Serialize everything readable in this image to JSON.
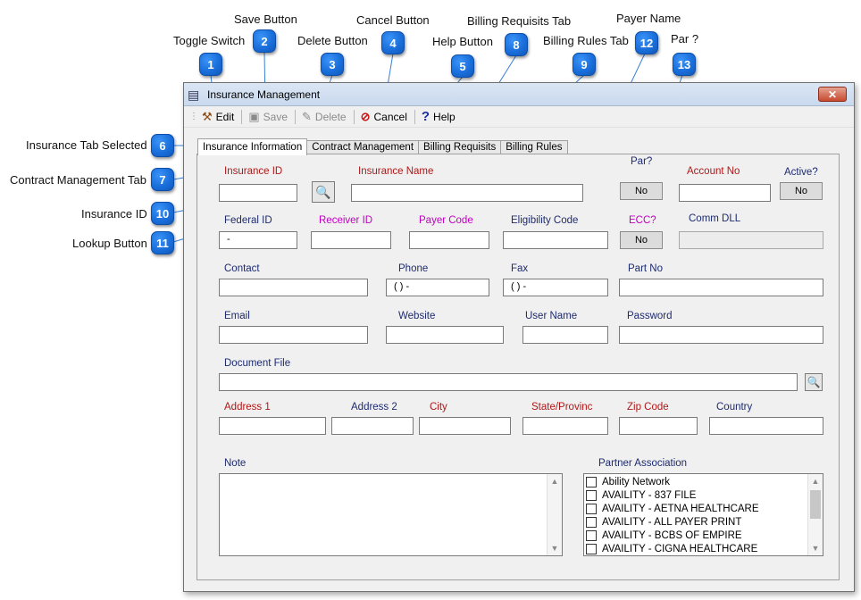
{
  "window": {
    "title": "Insurance Management",
    "close_glyph": "✕"
  },
  "toolbar": {
    "edit_label": "Edit",
    "save_label": "Save",
    "delete_label": "Delete",
    "cancel_label": "Cancel",
    "help_label": "Help"
  },
  "tabs": [
    {
      "label": "Insurance Information",
      "active": true
    },
    {
      "label": "Contract Management",
      "active": false
    },
    {
      "label": "Billing Requisits",
      "active": false
    },
    {
      "label": "Billing Rules",
      "active": false
    }
  ],
  "form": {
    "insurance_id": {
      "label": "Insurance ID",
      "value": ""
    },
    "insurance_name": {
      "label": "Insurance Name",
      "value": ""
    },
    "par": {
      "label": "Par?",
      "value": "No"
    },
    "account_no": {
      "label": "Account No",
      "value": ""
    },
    "active": {
      "label": "Active?",
      "value": "No"
    },
    "federal_id": {
      "label": "Federal ID",
      "value": "-"
    },
    "receiver_id": {
      "label": "Receiver ID",
      "value": ""
    },
    "payer_code": {
      "label": "Payer Code",
      "value": ""
    },
    "eligibility_code": {
      "label": "Eligibility Code",
      "value": ""
    },
    "ecc": {
      "label": "ECC?",
      "value": "No"
    },
    "comm_dll": {
      "label": "Comm DLL",
      "value": ""
    },
    "contact": {
      "label": "Contact",
      "value": ""
    },
    "phone": {
      "label": "Phone",
      "value": "(  )    -"
    },
    "fax": {
      "label": "Fax",
      "value": "(  )    -"
    },
    "part_no": {
      "label": "Part No",
      "value": ""
    },
    "email": {
      "label": "Email",
      "value": ""
    },
    "website": {
      "label": "Website",
      "value": ""
    },
    "user_name": {
      "label": "User Name",
      "value": ""
    },
    "password": {
      "label": "Password",
      "value": ""
    },
    "document_file": {
      "label": "Document File",
      "value": ""
    },
    "address1": {
      "label": "Address 1",
      "value": ""
    },
    "address2": {
      "label": "Address 2",
      "value": ""
    },
    "city": {
      "label": "City",
      "value": ""
    },
    "state": {
      "label": "State/Provinc",
      "value": ""
    },
    "zip": {
      "label": "Zip Code",
      "value": ""
    },
    "country": {
      "label": "Country",
      "value": ""
    },
    "note": {
      "label": "Note",
      "value": ""
    },
    "partner_association": {
      "label": "Partner Association",
      "items": [
        "Ability Network",
        "AVAILITY - 837 FILE",
        "AVAILITY - AETNA HEALTHCARE",
        "AVAILITY - ALL PAYER PRINT",
        "AVAILITY - BCBS OF EMPIRE",
        "AVAILITY - CIGNA HEALTHCARE"
      ]
    }
  },
  "callouts": [
    {
      "num": "1",
      "text": "Toggle Switch"
    },
    {
      "num": "2",
      "text": "Save Button"
    },
    {
      "num": "3",
      "text": "Delete Button"
    },
    {
      "num": "4",
      "text": "Cancel Button"
    },
    {
      "num": "5",
      "text": "Help Button"
    },
    {
      "num": "6",
      "text": "Insurance Tab Selected"
    },
    {
      "num": "7",
      "text": "Contract Management Tab"
    },
    {
      "num": "8",
      "text": "Billing Requisits Tab"
    },
    {
      "num": "9",
      "text": "Billing Rules Tab"
    },
    {
      "num": "10",
      "text": "Insurance ID"
    },
    {
      "num": "11",
      "text": "Lookup Button"
    },
    {
      "num": "12",
      "text": "Payer Name"
    },
    {
      "num": "13",
      "text": "Par ?"
    }
  ],
  "colors": {
    "callout_blue": "#1a6fdc",
    "required_label": "#b01818",
    "optional_label": "#1e2b6e",
    "edi_label": "#c000c0"
  },
  "icons": {
    "edit": "hammer-icon",
    "save": "floppy-disk-icon",
    "delete": "eraser-icon",
    "cancel": "no-entry-icon",
    "help": "question-mark-icon",
    "lookup": "magnifier-icon"
  }
}
